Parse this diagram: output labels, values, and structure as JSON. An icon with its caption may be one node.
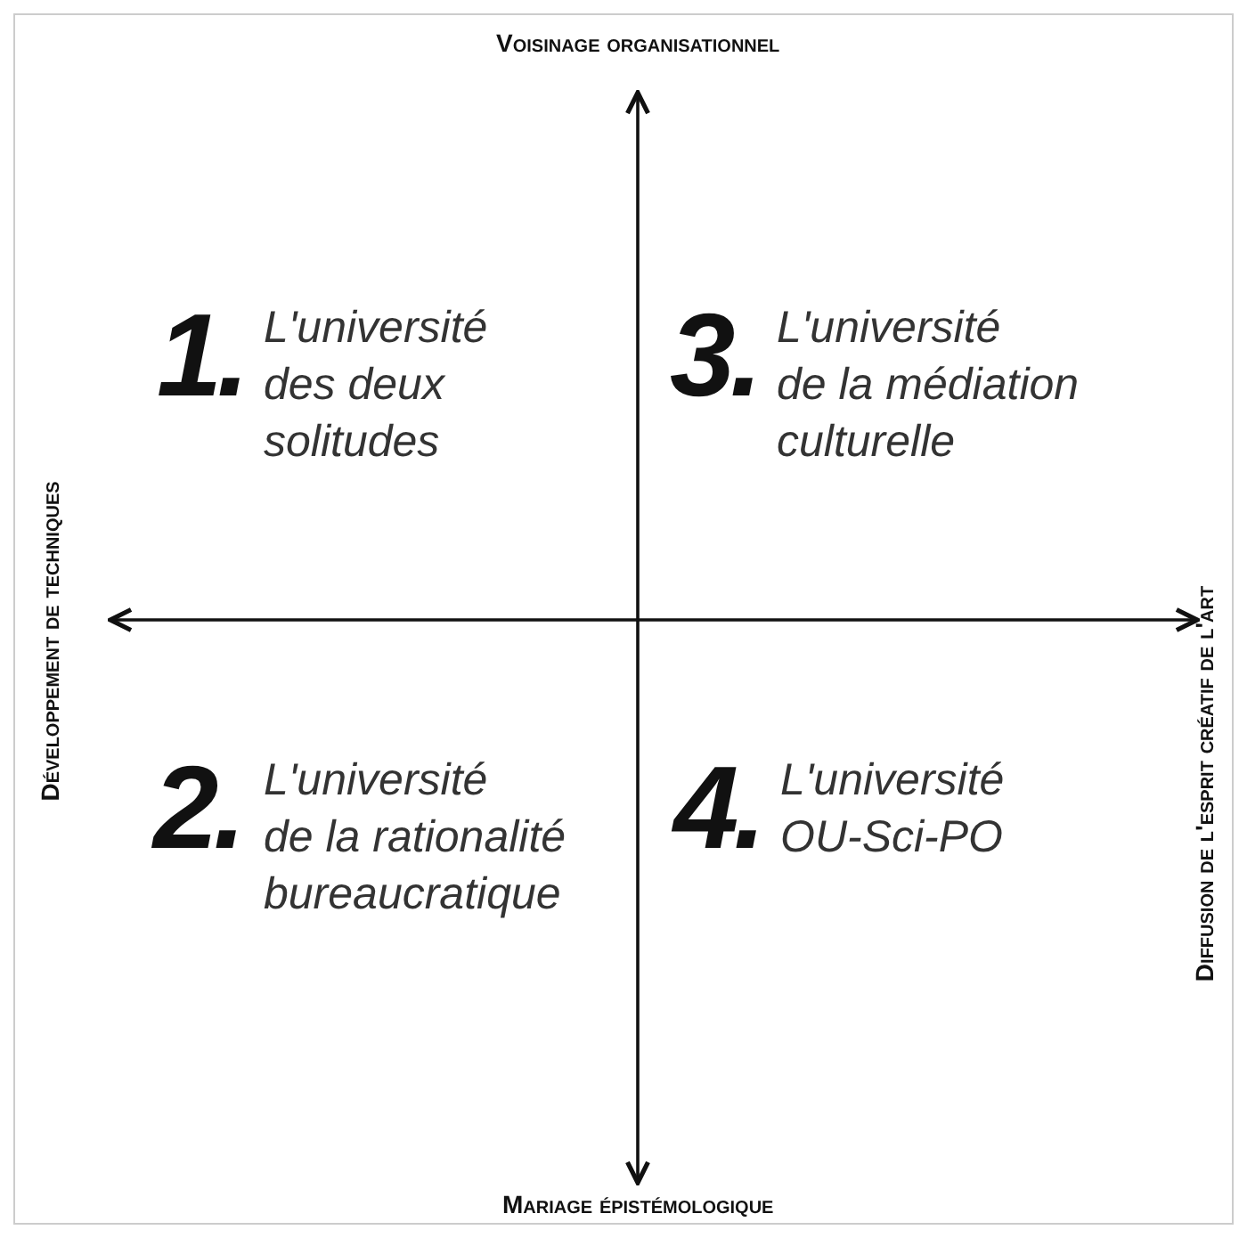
{
  "diagram": {
    "labels": [
      "Voisinage organisationnel",
      "1.",
      "L'université des deux solitudes",
      "3.",
      "L'université de la médiation culturelle",
      "Développement de techniques",
      "Diffusion de l'esprit créatif de l'art",
      "2.",
      "L'université de la rationalité bureaucratique",
      "4.",
      "L'université OU-Sci-PO",
      "Mariage épistémologique"
    ]
  }
}
